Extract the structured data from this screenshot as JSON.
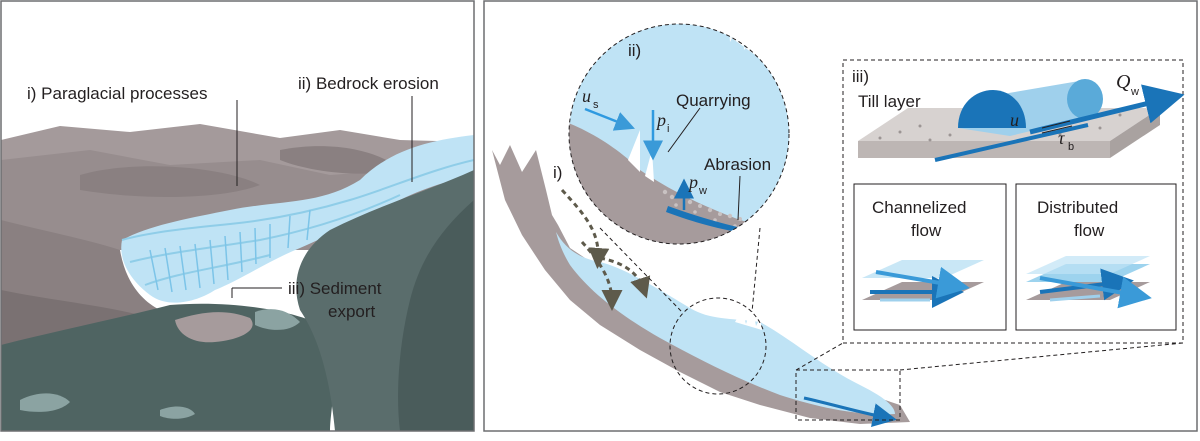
{
  "left_panel": {
    "labels": {
      "paraglacial": "i) Paraglacial processes",
      "bedrock": "ii) Bedrock erosion",
      "sediment_line1": "iii) Sediment",
      "sediment_line2": "export"
    }
  },
  "right_panel": {
    "glacier_label": "i)",
    "inset_ii": {
      "label": "ii)",
      "quarrying": "Quarrying",
      "abrasion": "Abrasion",
      "u_main": "u",
      "u_sub": "s",
      "pi_main": "p",
      "pi_sub": "i",
      "pw_main": "p",
      "pw_sub": "w"
    },
    "inset_iii": {
      "label": "iii)",
      "till": "Till layer",
      "q_main": "Q",
      "q_sub": "w",
      "u": "u",
      "tau_main": "τ",
      "tau_sub": "b",
      "channelized_line1": "Channelized",
      "channelized_line2": "flow",
      "distributed_line1": "Distributed",
      "distributed_line2": "flow"
    }
  },
  "colors": {
    "ice": "#bfe3f5",
    "ice_dark": "#7cc4e8",
    "rock": "#a69b9c",
    "rock_dark": "#847a7b",
    "valley": "#4f6462",
    "arrow_blue": "#1a74b8",
    "arrow_dash": "#5e5a4b"
  }
}
